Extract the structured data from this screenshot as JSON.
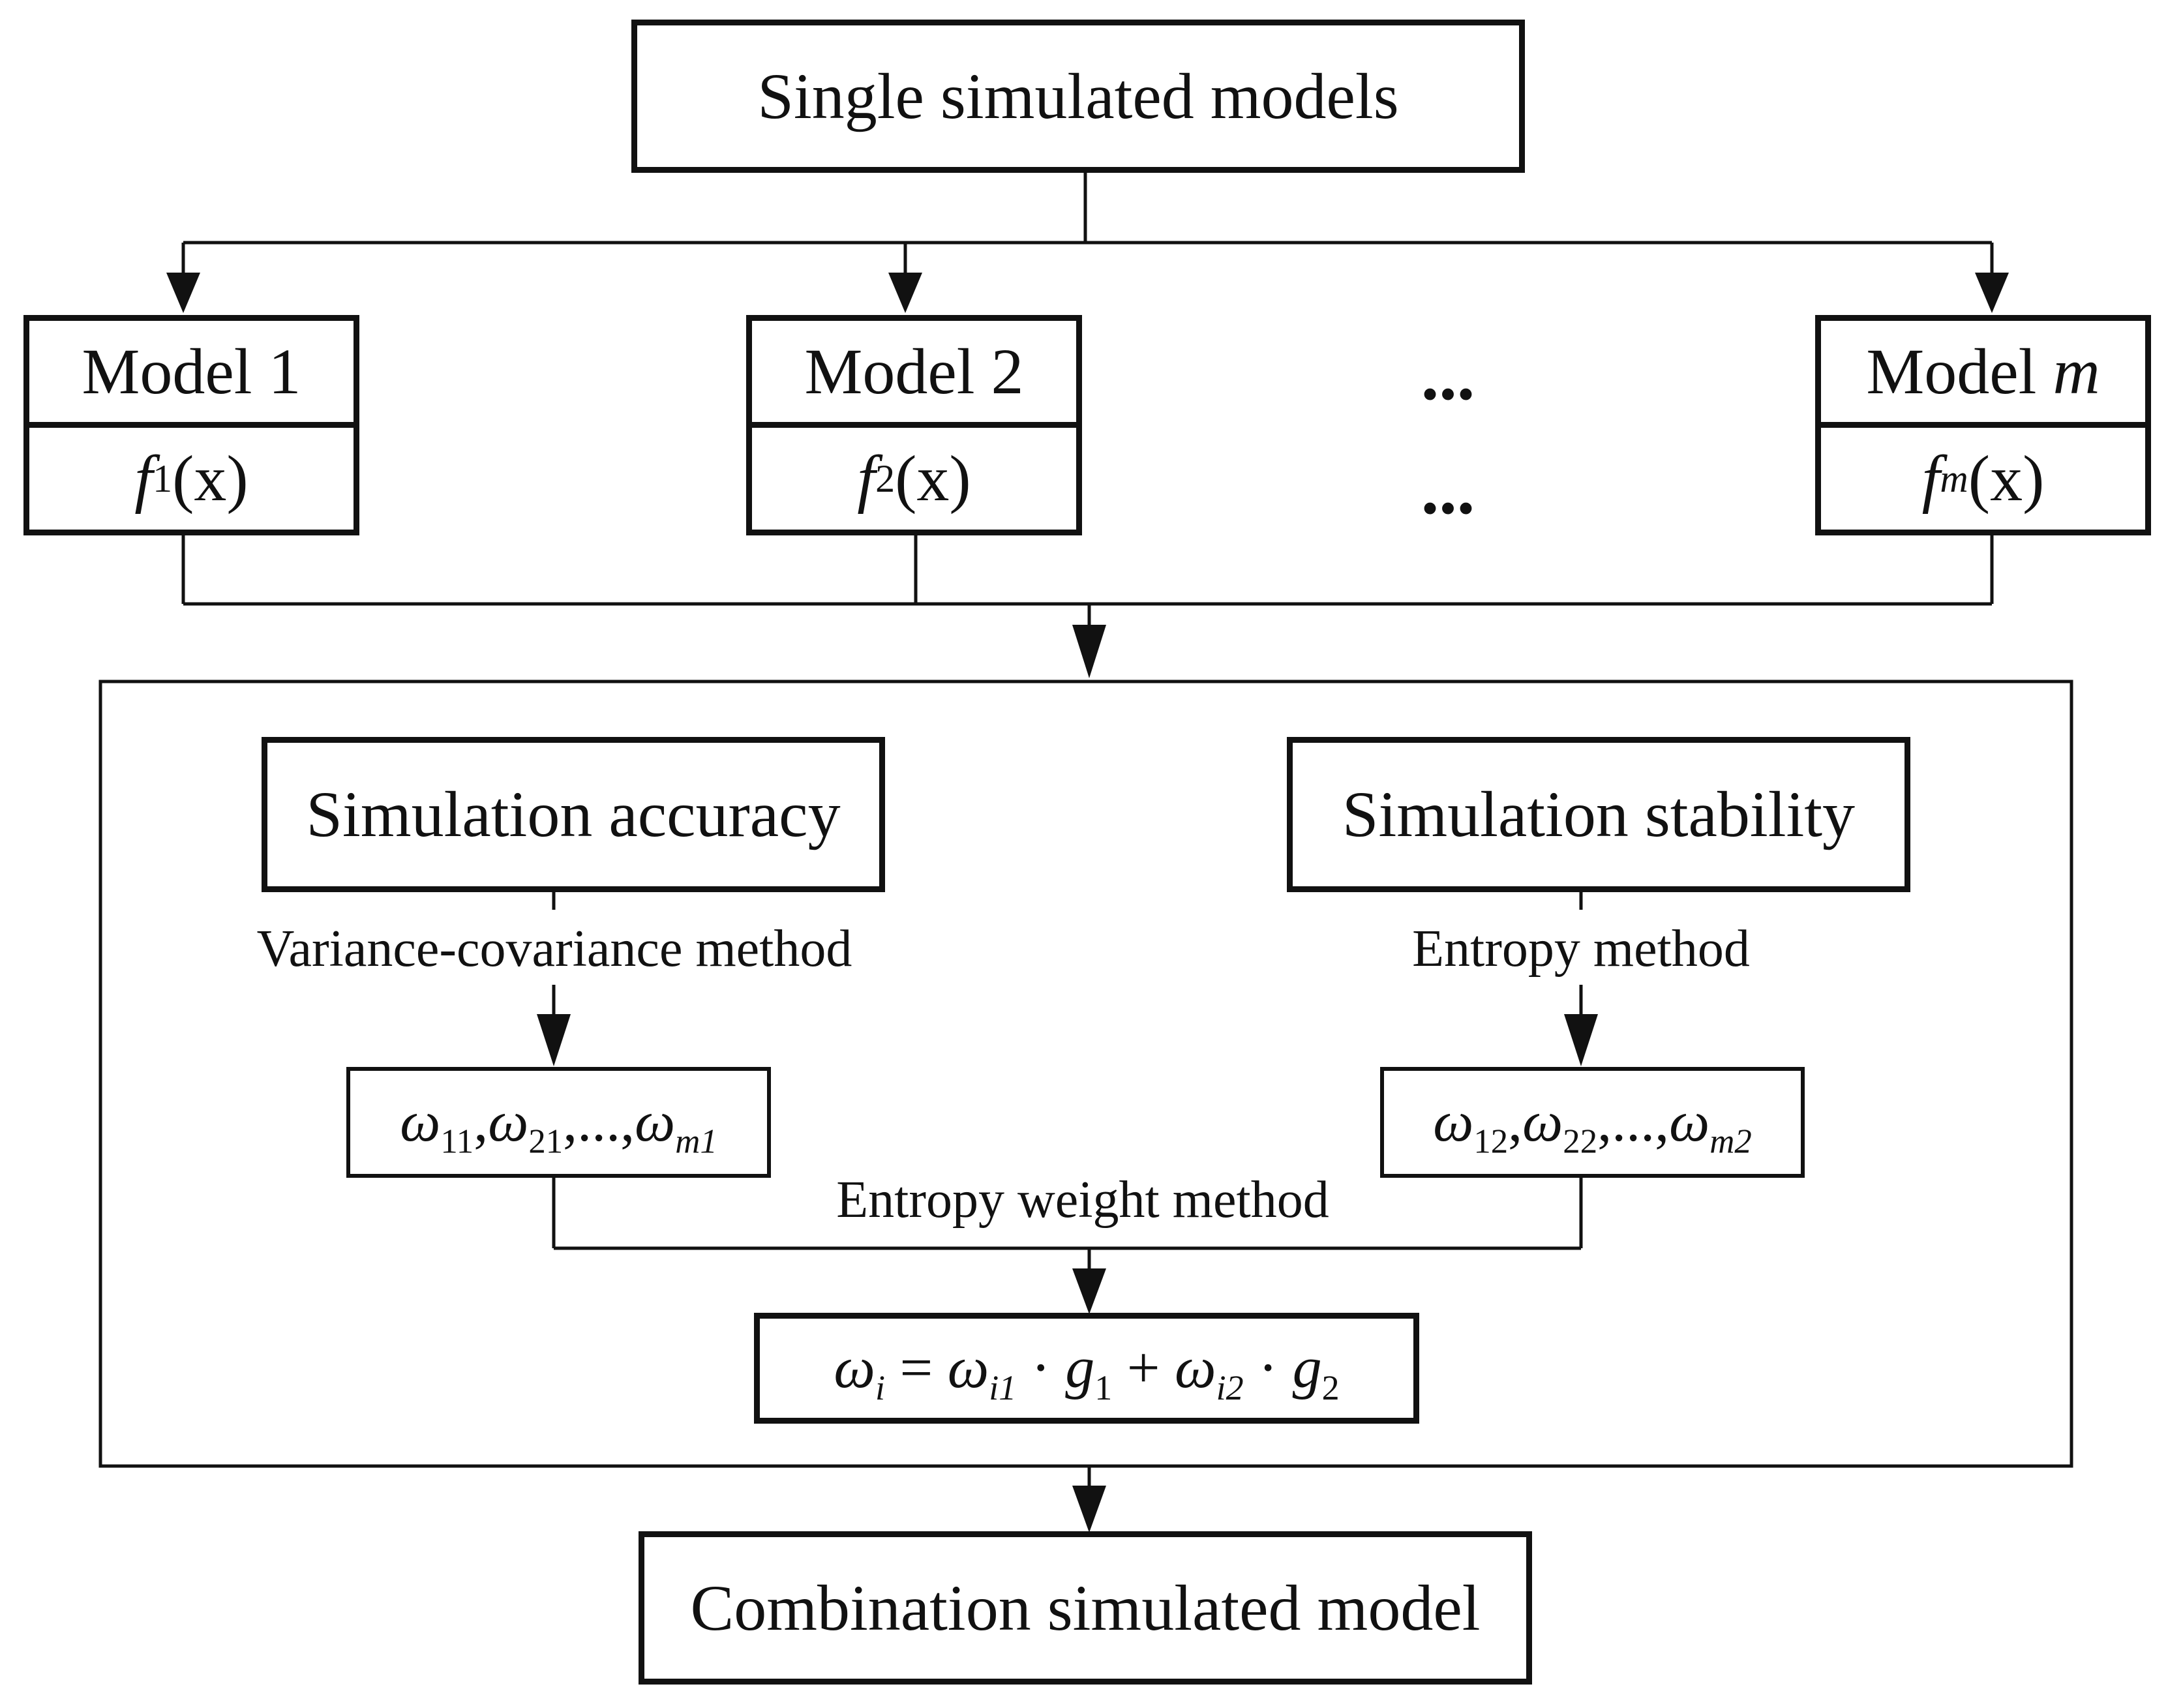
{
  "diagram": {
    "top_box": "Single simulated models",
    "models": [
      {
        "name_prefix": "Model ",
        "name_index": "1",
        "fn_name": "f",
        "fn_sub": "1",
        "fn_arg": "(x)"
      },
      {
        "name_prefix": "Model ",
        "name_index": "2",
        "fn_name": "f",
        "fn_sub": "2",
        "fn_arg": "(x)"
      },
      {
        "name_prefix": "Model ",
        "name_index": "m",
        "fn_name": "f",
        "fn_sub": "m",
        "fn_arg": "(x)"
      }
    ],
    "ellipsis_top": "...",
    "ellipsis_bottom": "...",
    "accuracy_box": "Simulation accuracy",
    "stability_box": "Simulation stability",
    "accuracy_method": "Variance-covariance method",
    "stability_method": "Entropy method",
    "weights_accuracy": {
      "sym": "ω",
      "s1": "11",
      "s2": "21",
      "sep": ",",
      "ellipsis": "...",
      "s3": "m1"
    },
    "weights_stability": {
      "sym": "ω",
      "s1": "12",
      "s2": "22",
      "sep": ",",
      "ellipsis": "...",
      "s3": "m2"
    },
    "combine_method": "Entropy weight method",
    "formula": {
      "lhs": "ω",
      "lhs_sub": "i",
      "eq": " = ",
      "t1": "ω",
      "t1_sub": "i1",
      "dot": " · ",
      "g1": "g",
      "g1_sub": "1",
      "plus": " + ",
      "t2": "ω",
      "t2_sub": "i2",
      "g2": "g",
      "g2_sub": "2"
    },
    "bottom_box": "Combination simulated model"
  }
}
